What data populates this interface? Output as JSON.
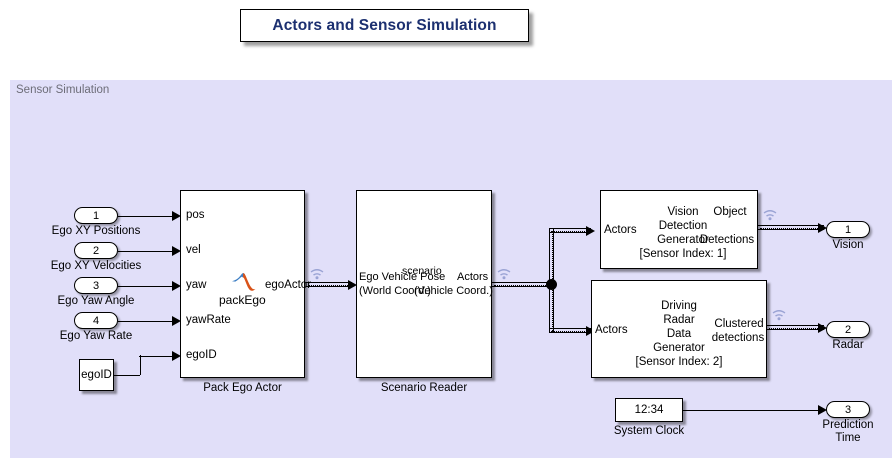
{
  "title": {
    "text": "Actors and Sensor Simulation"
  },
  "panel": {
    "label": "Sensor Simulation"
  },
  "inports": [
    {
      "number": "1",
      "caption": "Ego XY Positions",
      "target_port": "pos"
    },
    {
      "number": "2",
      "caption": "Ego XY Velocities",
      "target_port": "vel"
    },
    {
      "number": "3",
      "caption": "Ego Yaw Angle",
      "target_port": "yaw"
    },
    {
      "number": "4",
      "caption": "Ego Yaw Rate",
      "target_port": "yawRate"
    }
  ],
  "outports": [
    {
      "number": "1",
      "caption": "Vision"
    },
    {
      "number": "2",
      "caption": "Radar"
    },
    {
      "number": "3",
      "caption": "Prediction\nTime",
      "caption_line1": "Prediction",
      "caption_line2": "Time"
    }
  ],
  "blocks": {
    "ego_id_constant": {
      "value": "egoID",
      "caption": ""
    },
    "pack_ego_actor": {
      "caption": "Pack Ego Actor",
      "body_label": "packEgo",
      "icon": "matlab-membrane-icon",
      "inputs": [
        "pos",
        "vel",
        "yaw",
        "yawRate",
        "egoID"
      ],
      "outputs": [
        "egoActor"
      ]
    },
    "scenario_reader": {
      "caption": "Scenario Reader",
      "body_label": "scenario",
      "input_line1": "Ego Vehicle Pose",
      "input_line2": "(World Coord.)",
      "output_line1": "Actors",
      "output_line2": "(Vehicle Coord.)"
    },
    "vision_detection_generator": {
      "caption": "",
      "body_line1": "Vision",
      "body_line2": "Detection",
      "body_line3": "Generator",
      "body_line4": "[Sensor Index: 1]",
      "input_label": "Actors",
      "output_line1": "Object",
      "output_line2": "Detections"
    },
    "driving_radar_data_generator": {
      "caption": "",
      "body_line1": "Driving",
      "body_line2": "Radar",
      "body_line3": "Data",
      "body_line4": "Generator",
      "body_line5": "[Sensor Index: 2]",
      "input_label": "Actors",
      "output_line1": "Clustered",
      "output_line2": "detections"
    },
    "system_clock": {
      "caption": "System Clock",
      "value": "12:34"
    }
  },
  "colors": {
    "panel_background": "#e1dff9",
    "title_text": "#1c3070",
    "panel_label": "#6d6d78",
    "block_background": "#ffffff",
    "block_border": "#000000",
    "matlab_blue": "#3c7ec4",
    "matlab_orange": "#d95319",
    "bus_icon": "#9aa3d4"
  }
}
